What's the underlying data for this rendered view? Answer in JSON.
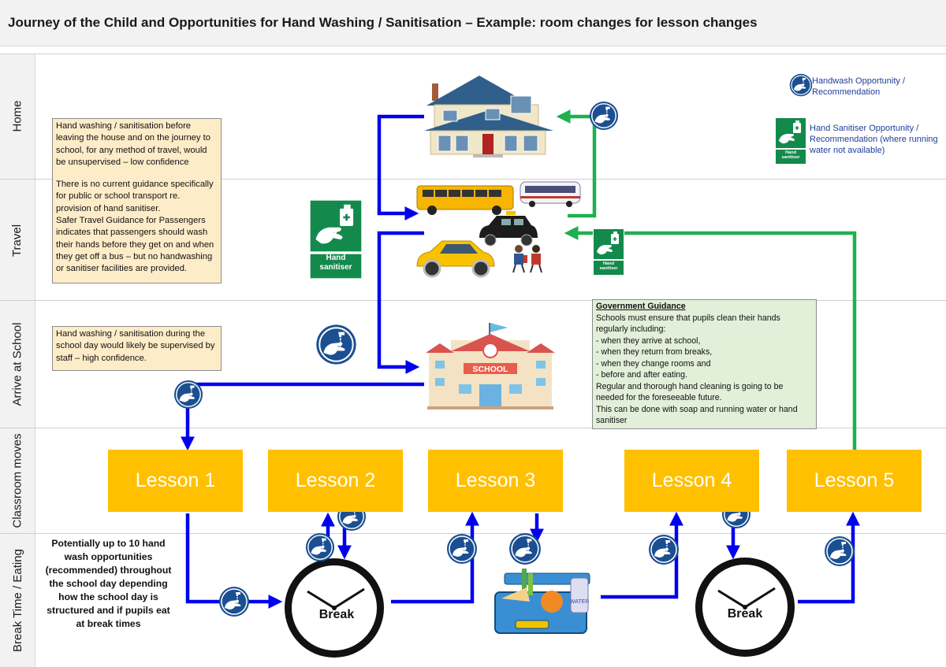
{
  "title": "Journey of the Child and Opportunities for Hand Washing / Sanitisation – Example: room changes for lesson changes",
  "lanes": [
    "Home",
    "Travel",
    "Arrive at School",
    "Classroom moves",
    "Break Time / Eating"
  ],
  "legend": {
    "handwash": "Handwash Opportunity / Recommendation",
    "sanitiser": "Hand Sanitiser Opportunity / Recommendation (where running water not available)",
    "sanitiser_sign_text": [
      "Hand",
      "sanitiser"
    ]
  },
  "notes": {
    "home": "Hand washing / sanitisation before leaving the house and on the journey to school, for any method of travel, would be unsupervised – low confidence",
    "travel_1": "There is no current guidance specifically for public or school transport re. provision of hand sanitiser.",
    "travel_2": "Safer Travel Guidance for Passengers indicates that passengers should wash their hands before they get on and when they get off a bus – but no handwashing or sanitiser facilities are provided.",
    "school": "Hand washing / sanitisation during the school day would likely be supervised by staff – high confidence."
  },
  "guidance": {
    "title": "Government Guidance",
    "intro": "Schools must ensure that pupils clean their hands regularly including:",
    "items": [
      "- when they arrive at school,",
      "- when they return from breaks,",
      "- when they change rooms and",
      "- before and after eating."
    ],
    "para1": "Regular and thorough hand cleaning is going to be needed for the foreseeable future.",
    "para2": "This can be done with soap and running water or hand sanitiser"
  },
  "lessons": [
    "Lesson 1",
    "Lesson 2",
    "Lesson 3",
    "Lesson 4",
    "Lesson 5"
  ],
  "break_label": "Break",
  "school_sign": "SCHOOL",
  "water_label": "WATER",
  "summary": "Potentially up to 10 hand wash opportunities (recommended) throughout the school day depending how the school day is structured and if pupils eat at break times",
  "colors": {
    "handwash": "#1b4f91",
    "sanitiser": "#138a4c",
    "lesson": "#ffc000",
    "flow_blue": "#0000ee",
    "flow_green": "#1eb050"
  }
}
